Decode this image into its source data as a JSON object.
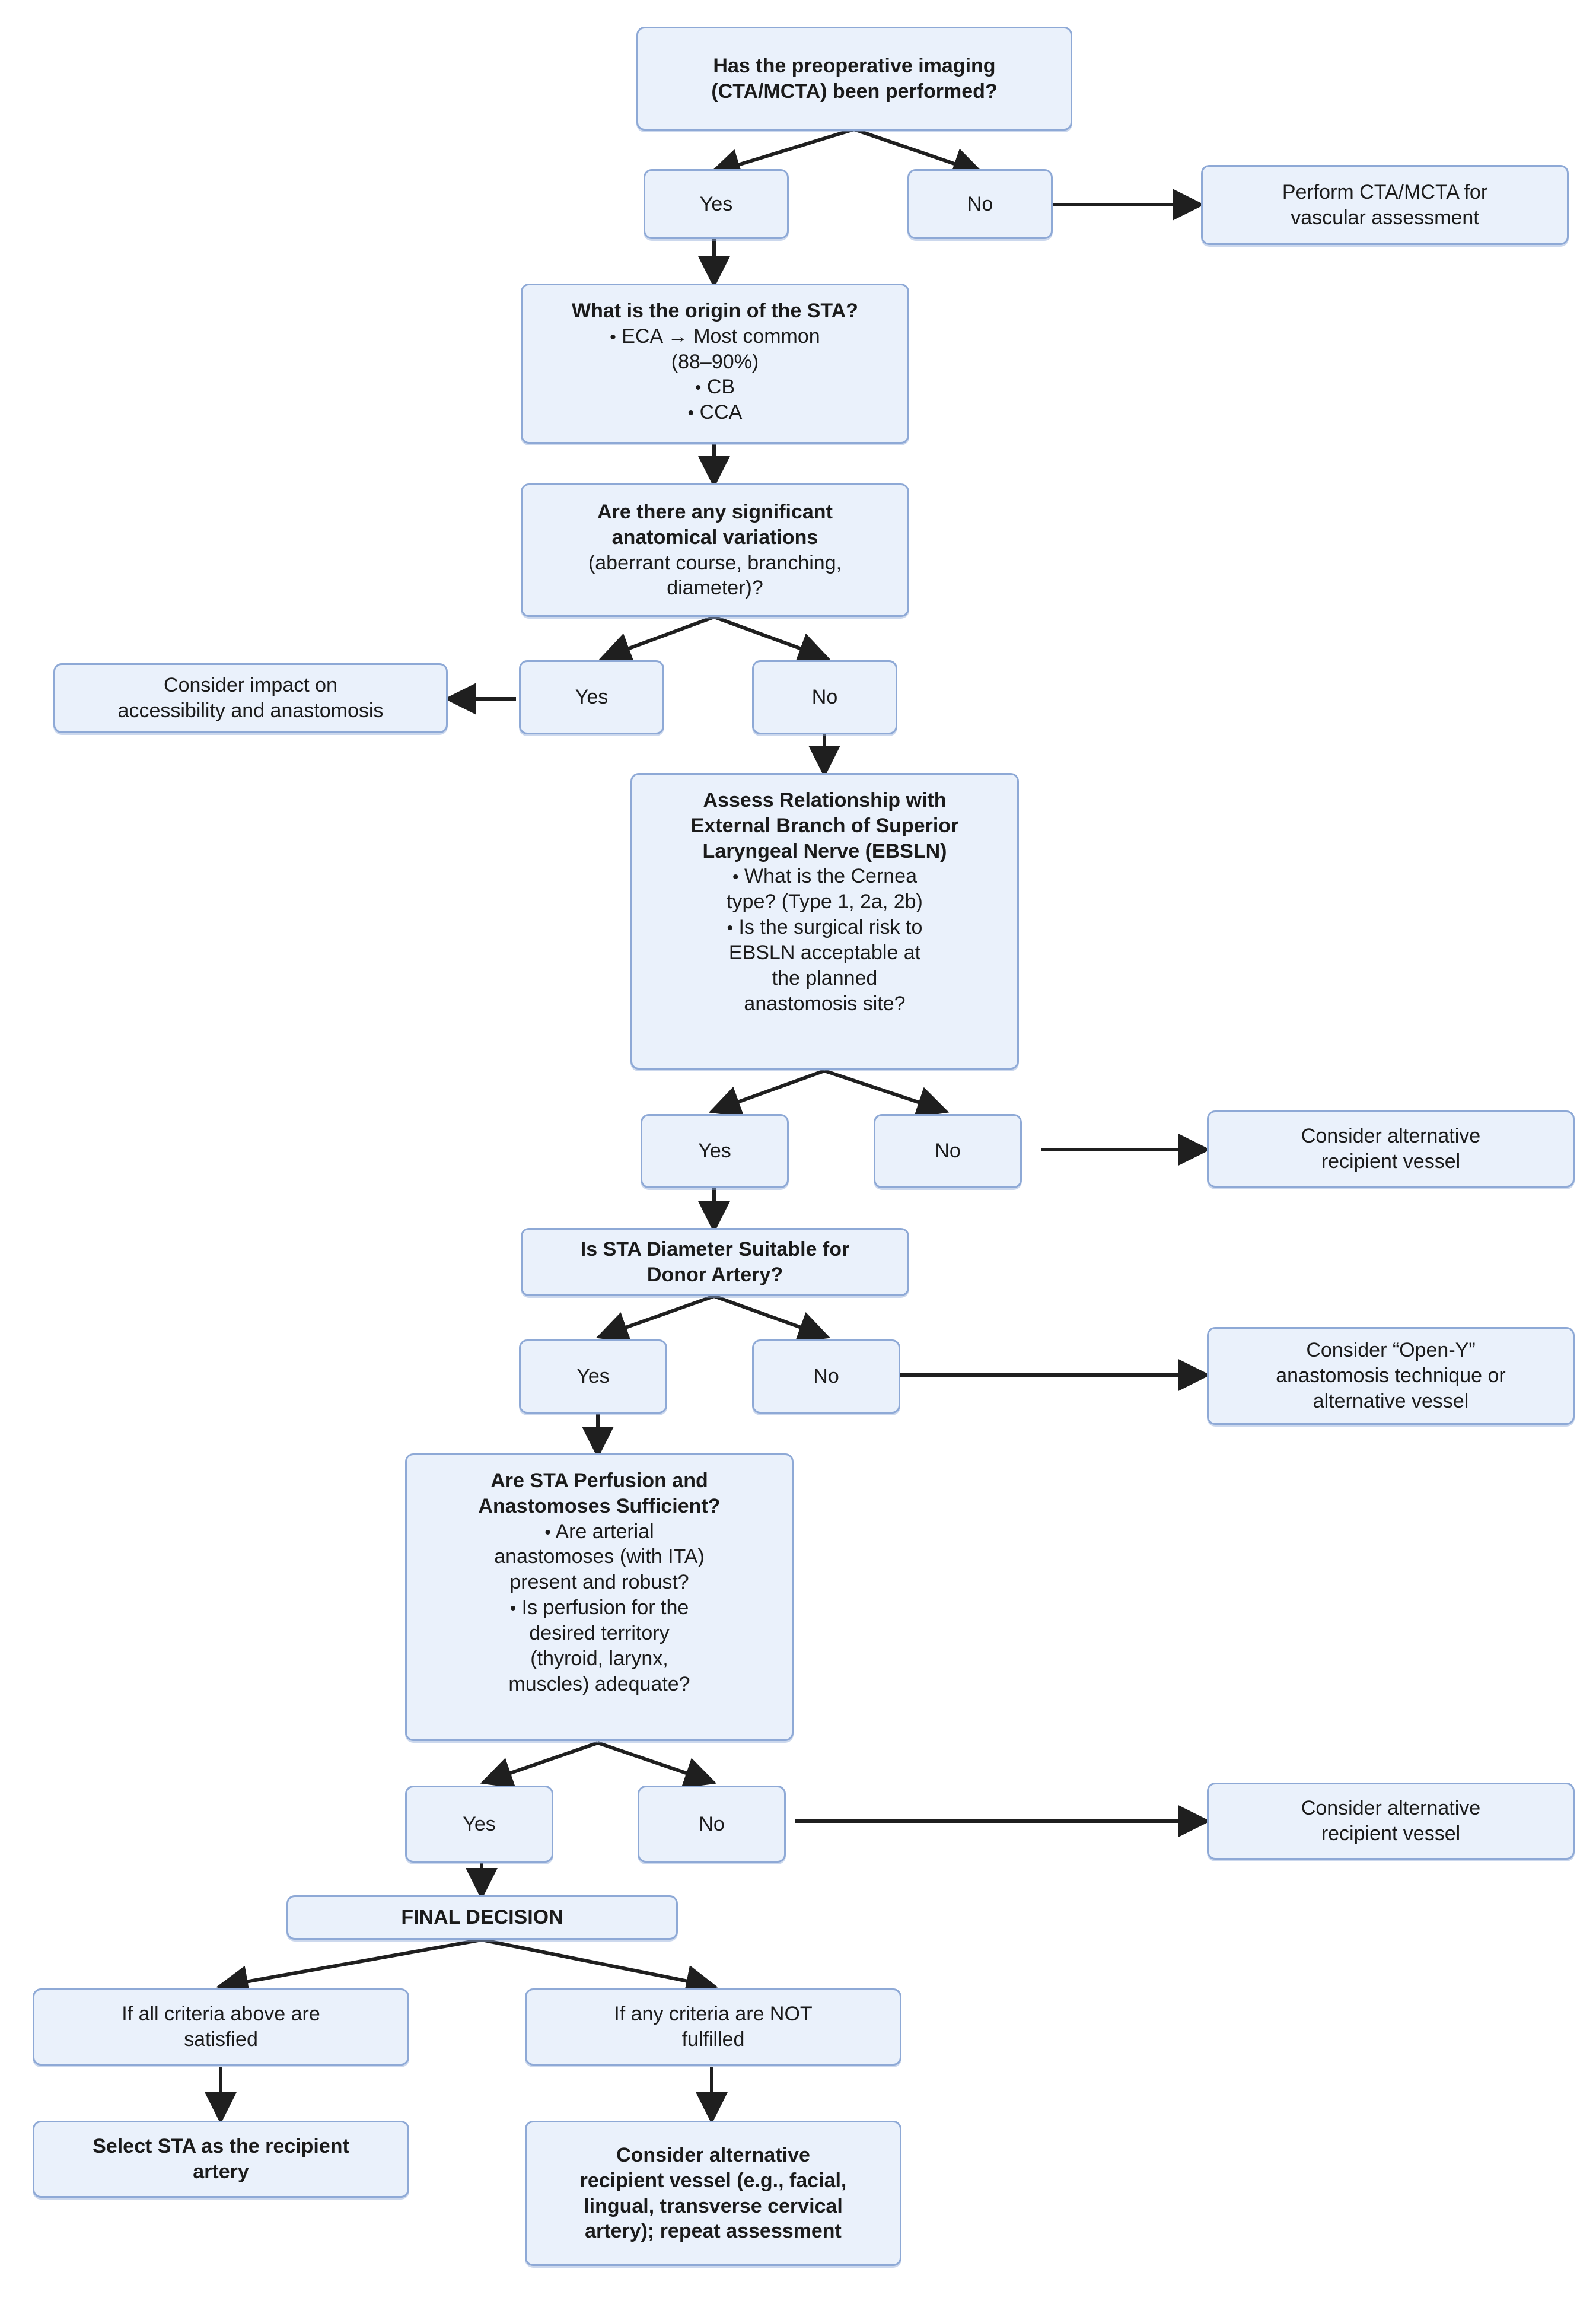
{
  "diagram": {
    "type": "flowchart",
    "title": "STA recipient artery selection decision flowchart",
    "colors": {
      "node_fill": "#eaf1fb",
      "node_border": "#8ea9d6",
      "edge": "#1f1f1f",
      "text": "#1b1b1b"
    },
    "nodes": {
      "q_imaging": "Has the preoperative imaging (CTA/MCTA) been performed?",
      "q_imaging_l1": "Has the preoperative imaging",
      "q_imaging_l2": "(CTA/MCTA) been performed?",
      "yes1": "Yes",
      "no1": "No",
      "perform_cta_l1": "Perform CTA/MCTA for",
      "perform_cta_l2": "vascular assessment",
      "origin_title": "What is the origin of the STA?",
      "origin_b1_l1": "ECA → Most common",
      "origin_b1_l2": "(88–90%)",
      "origin_b2": "CB",
      "origin_b3": "CCA",
      "variations_t1": "Are there any significant",
      "variations_t2": "anatomical variations",
      "variations_s1": "(aberrant course, branching,",
      "variations_s2": "diameter)?",
      "yes2": "Yes",
      "no2": "No",
      "impact_l1": "Consider impact on",
      "impact_l2": "accessibility and anastomosis",
      "ebsln_t1": "Assess Relationship with",
      "ebsln_t2": "External Branch of Superior",
      "ebsln_t3": "Laryngeal Nerve (EBSLN)",
      "ebsln_b1_l1": "What is the Cernea",
      "ebsln_b1_l2": "type? (Type 1, 2a, 2b)",
      "ebsln_b2_l1": "Is the surgical risk to",
      "ebsln_b2_l2": "EBSLN acceptable at",
      "ebsln_b2_l3": "the planned",
      "ebsln_b2_l4": "anastomosis site?",
      "yes3": "Yes",
      "no3": "No",
      "alt_vessel_a_l1": "Consider alternative",
      "alt_vessel_a_l2": "recipient vessel",
      "diameter_l1": "Is STA Diameter Suitable for",
      "diameter_l2": "Donor Artery?",
      "yes4": "Yes",
      "no4": "No",
      "openy_l1": "Consider “Open-Y”",
      "openy_l2": "anastomosis technique or",
      "openy_l3": "alternative vessel",
      "perfusion_t1": "Are STA Perfusion and",
      "perfusion_t2": "Anastomoses Sufficient?",
      "perfusion_b1_l1": "Are arterial",
      "perfusion_b1_l2": "anastomoses (with ITA)",
      "perfusion_b1_l3": "present and robust?",
      "perfusion_b2_l1": "Is perfusion for the",
      "perfusion_b2_l2": "desired territory",
      "perfusion_b2_l3": "(thyroid, larynx,",
      "perfusion_b2_l4": "muscles) adequate?",
      "yes5": "Yes",
      "no5": "No",
      "alt_vessel_b_l1": "Consider alternative",
      "alt_vessel_b_l2": "recipient vessel",
      "final_decision": "FINAL DECISION",
      "all_criteria_l1": "If all criteria above are",
      "all_criteria_l2": "satisfied",
      "any_criteria_l1": "If any criteria are NOT",
      "any_criteria_l2": "fulfilled",
      "select_sta_l1": "Select STA as the recipient",
      "select_sta_l2": "artery",
      "alt_final_l1": "Consider alternative",
      "alt_final_l2": "recipient vessel (e.g., facial,",
      "alt_final_l3": "lingual, transverse cervical",
      "alt_final_l4": "artery); repeat assessment"
    }
  }
}
